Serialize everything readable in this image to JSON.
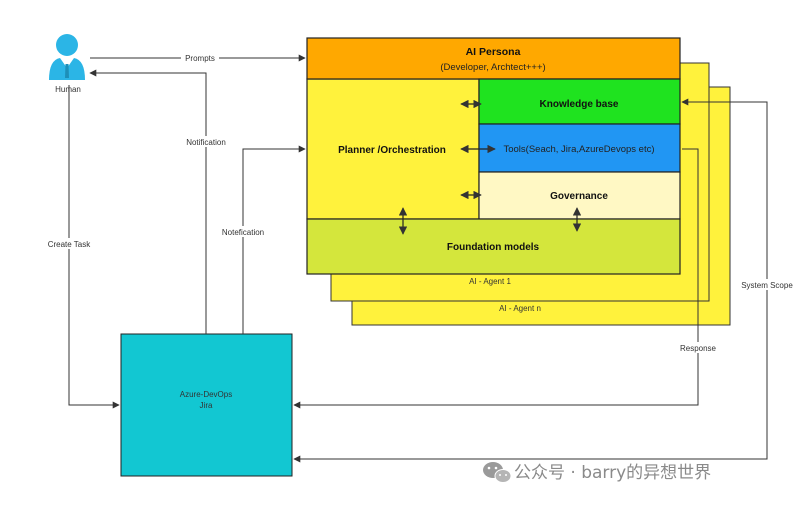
{
  "nodes": {
    "human": "Human",
    "persona_title": "AI Persona",
    "persona_sub": "(Developer, Archtect+++)",
    "planner": "Planner /Orchestration",
    "knowledge": "Knowledge base",
    "tools": "Tools(Seach, Jira,AzureDevops etc)",
    "governance": "Governance",
    "foundation": "Foundation models",
    "agent1": "AI - Agent 1",
    "agentn": "AI - Agent n",
    "devops_line1": "Azure-DevOps",
    "devops_line2": "Jira"
  },
  "edges": {
    "prompts": "Prompts",
    "notification": "Notification",
    "notefication": "Notefication",
    "create_task": "Create Task",
    "response": "Response",
    "system_scope": "System Scope"
  },
  "watermark": "公众号 · barry的异想世界",
  "colors": {
    "persona": "#FFA800",
    "yellow": "#FFF23C",
    "knowledge": "#1FE31F",
    "tools": "#2196F3",
    "governance": "#FFF8C4",
    "foundation": "#D4E63C",
    "devops": "#12C7D2",
    "human": "#2BB5E6"
  }
}
